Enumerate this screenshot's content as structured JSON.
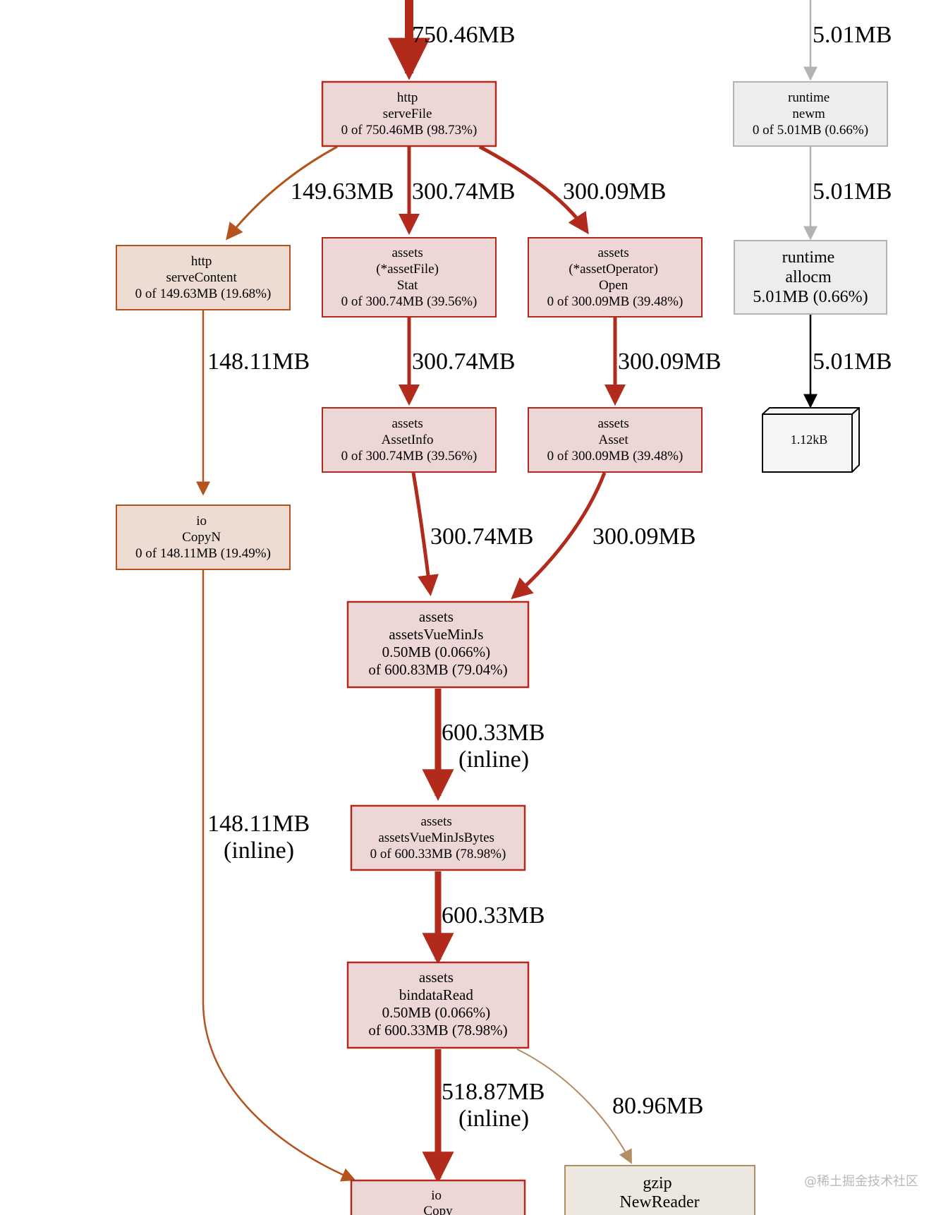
{
  "colors": {
    "hot_edge": "#b22a1c",
    "mid_edge": "#b5521e",
    "cool_edge": "#b38d64",
    "grey_edge": "#b3b3b3",
    "black_edge": "#000000",
    "hot_fill": "#edd7d6",
    "mid_fill": "#eddcd1",
    "tan_fill": "#ede8df",
    "grey_fill": "#ededed",
    "box_fill": "#f5f5f5"
  },
  "nodes": {
    "serveFile": {
      "lines": [
        "http",
        "serveFile",
        "0 of 750.46MB (98.73%)"
      ]
    },
    "serveContent": {
      "lines": [
        "http",
        "serveContent",
        "0 of 149.63MB (19.68%)"
      ]
    },
    "assetFileStat": {
      "lines": [
        "assets",
        "(*assetFile)",
        "Stat",
        "0 of 300.74MB (39.56%)"
      ]
    },
    "assetOperatorOpen": {
      "lines": [
        "assets",
        "(*assetOperator)",
        "Open",
        "0 of 300.09MB (39.48%)"
      ]
    },
    "assetInfo": {
      "lines": [
        "assets",
        "AssetInfo",
        "0 of 300.74MB (39.56%)"
      ]
    },
    "asset": {
      "lines": [
        "assets",
        "Asset",
        "0 of 300.09MB (39.48%)"
      ]
    },
    "copyN": {
      "lines": [
        "io",
        "CopyN",
        "0 of 148.11MB (19.49%)"
      ]
    },
    "assetsVueMinJs": {
      "lines": [
        "assets",
        "assetsVueMinJs",
        "0.50MB (0.066%)",
        "of 600.83MB (79.04%)"
      ]
    },
    "assetsVueMinJsBytes": {
      "lines": [
        "assets",
        "assetsVueMinJsBytes",
        "0 of 600.33MB (78.98%)"
      ]
    },
    "bindataRead": {
      "lines": [
        "assets",
        "bindataRead",
        "0.50MB (0.066%)",
        "of 600.33MB (78.98%)"
      ]
    },
    "ioCopy": {
      "lines": [
        "io",
        "Copy"
      ]
    },
    "gzipNewReader": {
      "lines": [
        "gzip",
        "NewReader"
      ]
    },
    "runtimeNewm": {
      "lines": [
        "runtime",
        "newm",
        "0 of 5.01MB (0.66%)"
      ]
    },
    "runtimeAllocm": {
      "lines": [
        "runtime",
        "allocm",
        "5.01MB (0.66%)"
      ]
    },
    "allocBox": {
      "lines": [
        "1.12kB"
      ]
    }
  },
  "edges": {
    "into_serveFile": "750.46MB",
    "serveFile_serveContent": "149.63MB",
    "serveFile_stat": "300.74MB",
    "serveFile_open": "300.09MB",
    "stat_assetInfo": "300.74MB",
    "open_asset": "300.09MB",
    "serveContent_copyN": "148.11MB",
    "assetInfo_vueMinJs": "300.74MB",
    "asset_vueMinJs": "300.09MB",
    "vueMinJs_bytes": [
      "600.33MB",
      "(inline)"
    ],
    "copyN_ioCopy": [
      "148.11MB",
      "(inline)"
    ],
    "bytes_bindata": "600.33MB",
    "bindata_ioCopy": [
      "518.87MB",
      "(inline)"
    ],
    "bindata_gzip": "80.96MB",
    "into_newm": "5.01MB",
    "newm_allocm": "5.01MB",
    "allocm_box": "5.01MB"
  },
  "watermark": "@稀土掘金技术社区"
}
